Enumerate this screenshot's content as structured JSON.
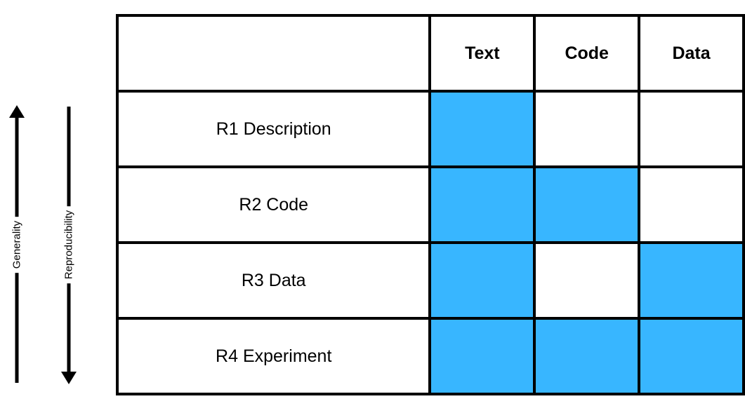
{
  "axes": {
    "generality": {
      "label": "Generality",
      "direction": "up"
    },
    "reproducibility": {
      "label": "Reproducibility",
      "direction": "down"
    }
  },
  "columns": [
    "Text",
    "Code",
    "Data"
  ],
  "rows": [
    {
      "label": "R1 Description",
      "cells": [
        true,
        false,
        false
      ]
    },
    {
      "label": "R2 Code",
      "cells": [
        true,
        true,
        false
      ]
    },
    {
      "label": "R3 Data",
      "cells": [
        true,
        false,
        true
      ]
    },
    {
      "label": "R4 Experiment",
      "cells": [
        true,
        true,
        true
      ]
    }
  ],
  "colors": {
    "filled": "#38b6ff",
    "empty": "#ffffff",
    "border": "#000000"
  }
}
